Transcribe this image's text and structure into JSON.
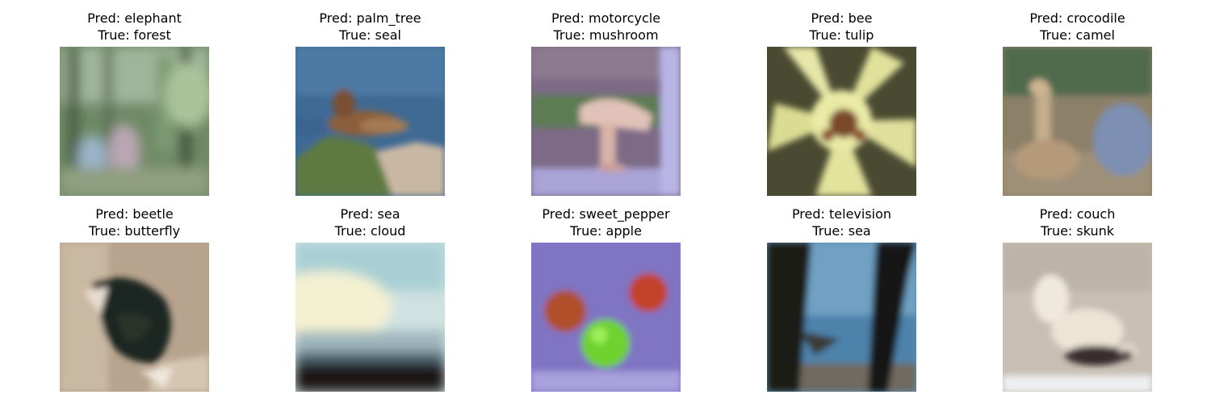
{
  "panels": [
    {
      "pred": "Pred: elephant",
      "true_label": "True: forest"
    },
    {
      "pred": "Pred: palm_tree",
      "true_label": "True: seal"
    },
    {
      "pred": "Pred: motorcycle",
      "true_label": "True: mushroom"
    },
    {
      "pred": "Pred: bee",
      "true_label": "True: tulip"
    },
    {
      "pred": "Pred: crocodile",
      "true_label": "True: camel"
    },
    {
      "pred": "Pred: beetle",
      "true_label": "True: butterfly"
    },
    {
      "pred": "Pred: sea",
      "true_label": "True: cloud"
    },
    {
      "pred": "Pred: sweet_pepper",
      "true_label": "True: apple"
    },
    {
      "pred": "Pred: television",
      "true_label": "True: sea"
    },
    {
      "pred": "Pred: couch",
      "true_label": "True: skunk"
    }
  ]
}
